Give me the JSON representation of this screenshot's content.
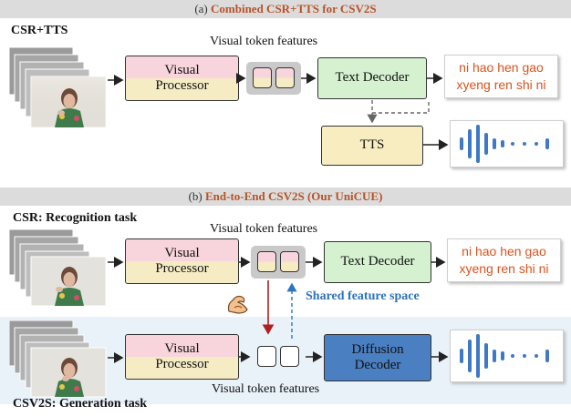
{
  "panel_a": {
    "index": "(a)",
    "title": "Combined CSR+TTS for CSV2S",
    "section_label": "CSR+TTS",
    "token_caption": "Visual token features",
    "visual_processor": [
      "Visual",
      "Processor"
    ],
    "text_decoder": "Text Decoder",
    "tts": "TTS",
    "output_text": [
      "ni hao hen gao",
      "xyeng ren shi ni"
    ]
  },
  "panel_b": {
    "index": "(b)",
    "title": "End-to-End CSV2S (Our UniCUE)",
    "csr_label": "CSR: Recognition task",
    "csv2s_label": "CSV2S: Generation task",
    "token_caption_top": "Visual token features",
    "token_caption_bottom": "Visual token features",
    "visual_processor": [
      "Visual",
      "Processor"
    ],
    "text_decoder": "Text Decoder",
    "diffusion_decoder": [
      "Diffusion",
      "Decoder"
    ],
    "shared_space": "Shared feature space",
    "output_text": [
      "ni hao hen gao",
      "xyeng ren shi ni"
    ]
  },
  "icons": [
    "video-frames-icon",
    "waveform-icon",
    "flexed-arm-icon"
  ],
  "colors": {
    "title_accent": "#b5542a",
    "output_text": "#d9531e",
    "shared_space": "#2e73bd",
    "diffusion": "#4a7fc1",
    "text_decoder": "#d5f1d0",
    "tts": "#f7edc1",
    "processor_top": "#f8d4dd",
    "processor_bottom": "#f6ecc4",
    "red_arrow": "#b01e1e"
  }
}
